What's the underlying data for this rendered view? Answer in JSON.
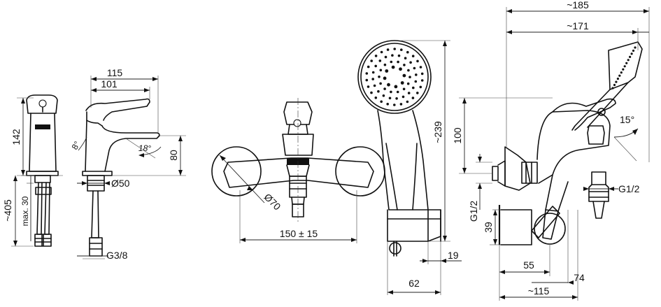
{
  "labels": {
    "basin_height": "142",
    "hose_length": "~405",
    "max_30": "max. 30",
    "basin_reach": "115",
    "basin_reach_inner": "101",
    "angle_left": "8°",
    "angle_right": "18°",
    "spout_height": "80",
    "hole_diameter": "Ø50",
    "thread_basin": "G3/8",
    "rosette_diameter": "Ø70",
    "center_distance": "150 ± 15",
    "handshower_length": "~239",
    "holder_offset": "19",
    "holder_width": "62",
    "overall_depth": "~185",
    "depth_171": "~171",
    "outlet_height": "100",
    "outlet_angle": "15°",
    "outlet_thread": "G1/2",
    "inlet_thread": "G1/2",
    "inlet_offset": "39",
    "dim_55": "55",
    "dim_74": "74",
    "dim_115": "~115"
  }
}
